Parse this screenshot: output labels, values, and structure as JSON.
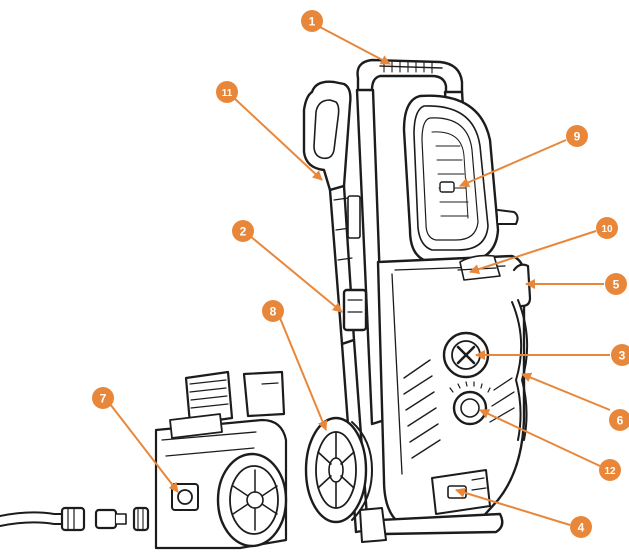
{
  "colors": {
    "accent": "#e8873a",
    "line": "#1c1c1c",
    "fill": "#ffffff"
  },
  "callouts": [
    {
      "id": "c1",
      "number": "1"
    },
    {
      "id": "c2",
      "number": "2"
    },
    {
      "id": "c3",
      "number": "3"
    },
    {
      "id": "c4",
      "number": "4"
    },
    {
      "id": "c5",
      "number": "5"
    },
    {
      "id": "c6",
      "number": "6"
    },
    {
      "id": "c7",
      "number": "7"
    },
    {
      "id": "c8",
      "number": "8"
    },
    {
      "id": "c9",
      "number": "9"
    },
    {
      "id": "c10",
      "number": "10"
    },
    {
      "id": "c11",
      "number": "11"
    },
    {
      "id": "c12",
      "number": "12"
    }
  ]
}
